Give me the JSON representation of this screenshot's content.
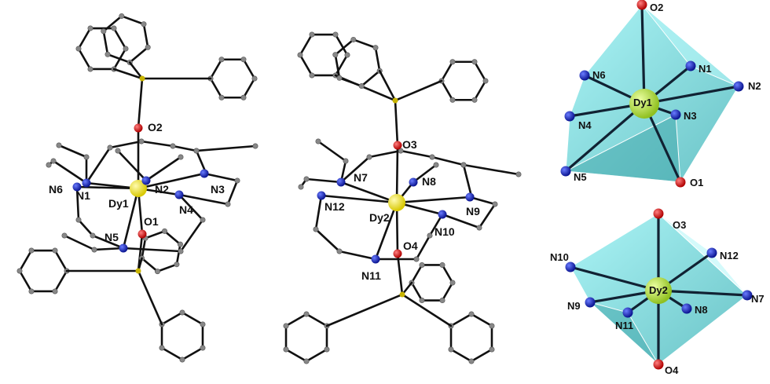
{
  "molecule_1": {
    "labels": {
      "O2": "O2",
      "N1": "N1",
      "N2": "N2",
      "N6": "N6",
      "Dy1": "Dy1",
      "N3": "N3",
      "N4": "N4",
      "O1": "O1",
      "N5": "N5"
    }
  },
  "molecule_2": {
    "labels": {
      "O3": "O3",
      "N7": "N7",
      "N8": "N8",
      "N12": "N12",
      "Dy2": "Dy2",
      "N9": "N9",
      "N10": "N10",
      "O4": "O4",
      "N11": "N11"
    }
  },
  "polyhedron_1": {
    "labels": {
      "O2": "O2",
      "N6": "N6",
      "N1": "N1",
      "N2": "N2",
      "Dy1": "Dy1",
      "N4": "N4",
      "N3": "N3",
      "N5": "N5",
      "O1": "O1"
    }
  },
  "polyhedron_2": {
    "labels": {
      "O3": "O3",
      "N10": "N10",
      "N12": "N12",
      "Dy2": "Dy2",
      "N9": "N9",
      "N7": "N7",
      "N11": "N11",
      "N8": "N8",
      "O4": "O4"
    }
  },
  "colors": {
    "dy": "#f2e600",
    "dy_poly": "#b8e04a",
    "n": "#1020c8",
    "o": "#e01010",
    "p": "#c8b400",
    "c": "#888888",
    "poly_face": "#5fd8dc"
  }
}
